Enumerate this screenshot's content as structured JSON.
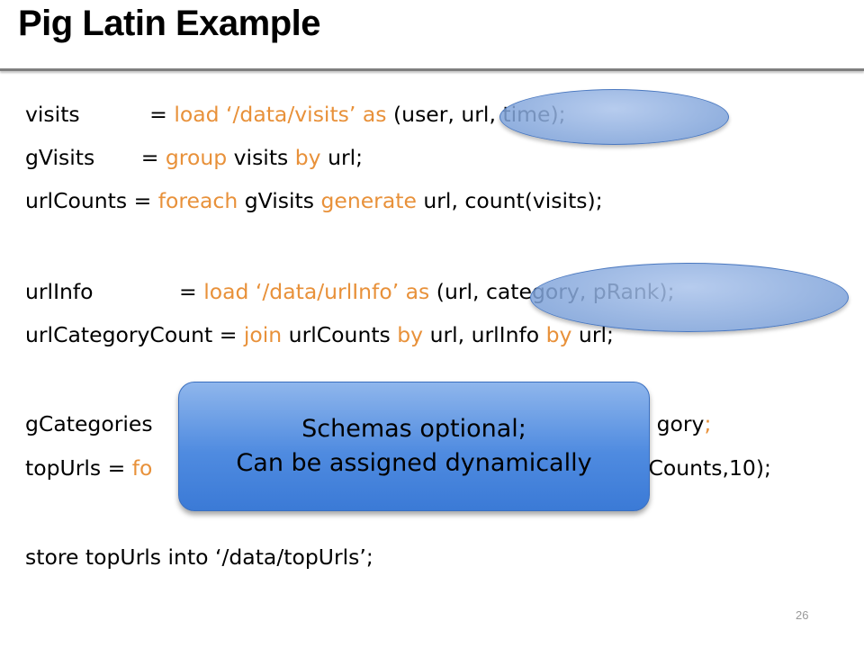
{
  "slide": {
    "title": "Pig Latin Example",
    "page_number": "26"
  },
  "code": {
    "l1": {
      "var": "visits",
      "eq": " = ",
      "k1": "load",
      "s1": " ‘/data/visits’ ",
      "k2": "as",
      "rest": " (user, url, time);"
    },
    "l2": {
      "var": "gVisits",
      "eq": " = ",
      "k1": "group",
      "s1": " visits ",
      "k2": "by",
      "rest": " url;"
    },
    "l3": {
      "var": "urlCounts",
      "eq": " = ",
      "k1": "foreach",
      "s1": " gVisits ",
      "k2": "generate",
      "rest": " url, count(visits);"
    },
    "l4": {
      "var": "urlInfo",
      "eq": " = ",
      "k1": "load",
      "s1": " ‘/data/urlInfo’ ",
      "k2": "as",
      "rest": " (url, category, pRank);"
    },
    "l5": {
      "var": "urlCategoryCount",
      "eq": " = ",
      "k1": "join",
      "s1": " urlCounts ",
      "k2": "by",
      "mid": " url, urlInfo ",
      "k3": "by",
      "rest": " url;"
    },
    "l6": {
      "var": "gCategories",
      "rest": "gory",
      "k1": ";"
    },
    "l7": {
      "var": "topUrls = ",
      "k1": "fo",
      "rest": "Counts,10);"
    },
    "l8": {
      "text": "store topUrls into ‘/data/topUrls’;"
    }
  },
  "callout": {
    "line1": "Schemas optional;",
    "line2": "Can be assigned dynamically"
  }
}
